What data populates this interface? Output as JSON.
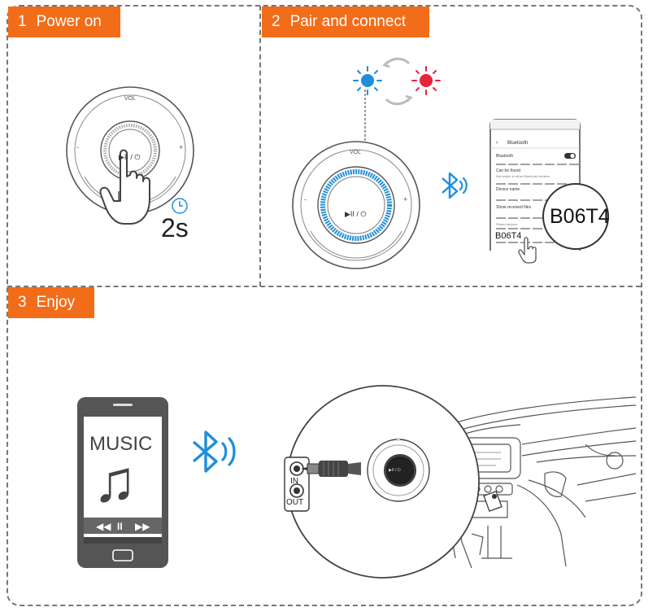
{
  "steps": [
    {
      "number": "1",
      "label": "Power on"
    },
    {
      "number": "2",
      "label": "Pair and connect"
    },
    {
      "number": "3",
      "label": "Enjoy"
    }
  ],
  "device": {
    "vol_label": "VOL",
    "minus_label": "-",
    "plus_label": "+",
    "play_label": "▶II / ⏻"
  },
  "power_on": {
    "hold_time": "2s"
  },
  "phone_ui": {
    "title": "Bluetooth",
    "row_bluetooth": "Bluetooth",
    "row_can_be_found": "Can be found",
    "row_can_be_found_sub": "Not visible to other Bluetooth devices",
    "row_device_name": "Device name",
    "row_show_received": "Show received files",
    "row_paired_header": "Paired devices",
    "paired_device": "B06T4"
  },
  "magnifier_label": "B06T4",
  "music_phone": {
    "label": "MUSIC"
  },
  "jack": {
    "in_label": "IN",
    "out_label": "OUT"
  },
  "colors": {
    "accent": "#f26d1a",
    "blue": "#1e8fd8",
    "red": "#e8233a",
    "dash": "#777777"
  }
}
